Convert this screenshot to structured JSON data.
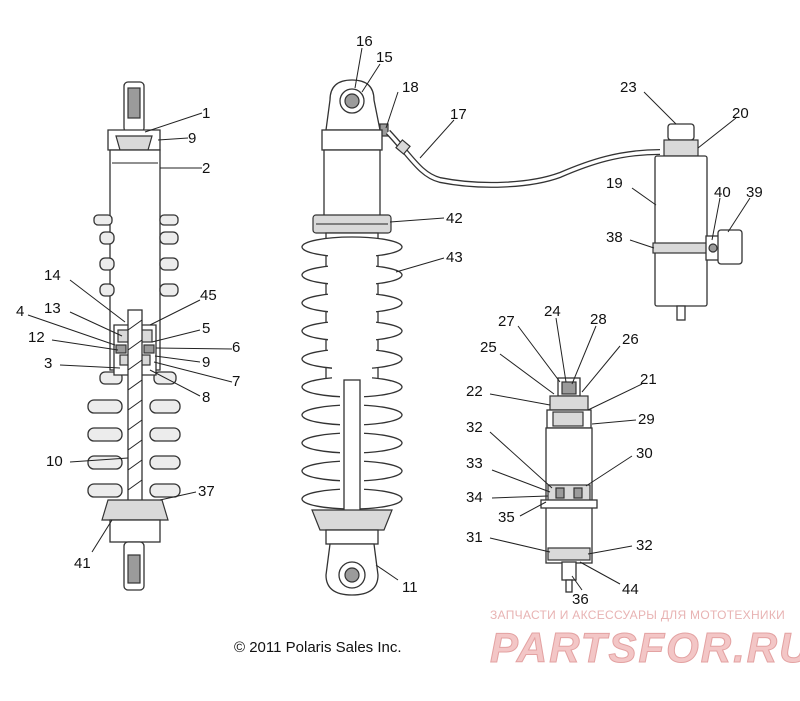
{
  "labels": {
    "l1": "1",
    "l2": "2",
    "l3": "3",
    "l4": "4",
    "l5": "5",
    "l6": "6",
    "l7": "7",
    "l8": "8",
    "l9a": "9",
    "l9b": "9",
    "l10": "10",
    "l11": "11",
    "l12": "12",
    "l13": "13",
    "l14": "14",
    "l15": "15",
    "l16": "16",
    "l17": "17",
    "l18": "18",
    "l19": "19",
    "l20": "20",
    "l21": "21",
    "l22": "22",
    "l23": "23",
    "l24": "24",
    "l25": "25",
    "l26": "26",
    "l27": "27",
    "l28": "28",
    "l29": "29",
    "l30": "30",
    "l31": "31",
    "l32a": "32",
    "l32b": "32",
    "l33": "33",
    "l34": "34",
    "l35": "35",
    "l36": "36",
    "l37": "37",
    "l38": "38",
    "l39": "39",
    "l40": "40",
    "l41": "41",
    "l42": "42",
    "l43": "43",
    "l44": "44",
    "l45": "45"
  },
  "copyright": "© 2011 Polaris Sales Inc.",
  "watermark": {
    "tagline": "ЗАПЧАСТИ И АКСЕССУАРЫ ДЛЯ МОТОТЕХНИКИ",
    "brand": "PARTSFOR.RU"
  }
}
